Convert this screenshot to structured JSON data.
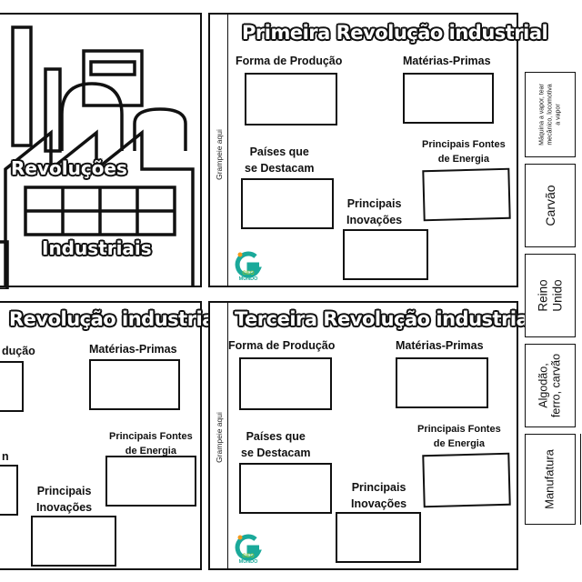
{
  "cover": {
    "line1": "Revoluções",
    "line2": "Industriais"
  },
  "panel_first": {
    "title": "Primeira  Revolução industrial",
    "staple": "Grampeie  aqui",
    "forma": "Forma de Produção",
    "materias": "Matérias-Primas",
    "paises_l1": "Países que",
    "paises_l2": "se Destacam",
    "fontes_l1": "Principais Fontes",
    "fontes_l2": "de Energia",
    "inov_l1": "Principais",
    "inov_l2": "Inovações"
  },
  "panel_second": {
    "title": "Revolução industrial",
    "forma_partial": "dução",
    "materias": "Matérias-Primas",
    "fontes_l1": "Principais Fontes",
    "fontes_l2": "de Energia",
    "inov_l1": "Principais",
    "inov_l2": "Inovações",
    "cut_letter": "n"
  },
  "panel_third": {
    "title": "Terceira  Revolução industrial",
    "staple": "Grampeie  aqui",
    "forma": "Forma de Produção",
    "materias": "Matérias-Primas",
    "paises_l1": "Países que",
    "paises_l2": "se Destacam",
    "fontes_l1": "Principais Fontes",
    "fontes_l2": "de Energia",
    "inov_l1": "Principais",
    "inov_l2": "Inovações"
  },
  "logo": {
    "line1": "GEO",
    "line2": "MUNDO"
  },
  "cards": [
    {
      "l1": "Máquina a vapor, tear",
      "l2": "mecânico, locomotiva",
      "l3": "a vapor"
    },
    {
      "l1": "Carvão"
    },
    {
      "l1": "Reino",
      "l2": "Unido"
    },
    {
      "l1": "Algodão,",
      "l2": "ferro, carvão"
    },
    {
      "l1": "Manufatura"
    }
  ],
  "colors": {
    "ink": "#111111",
    "logo_teal": "#1aa99a",
    "logo_green": "#7cc242",
    "logo_orange": "#f39a1e"
  }
}
